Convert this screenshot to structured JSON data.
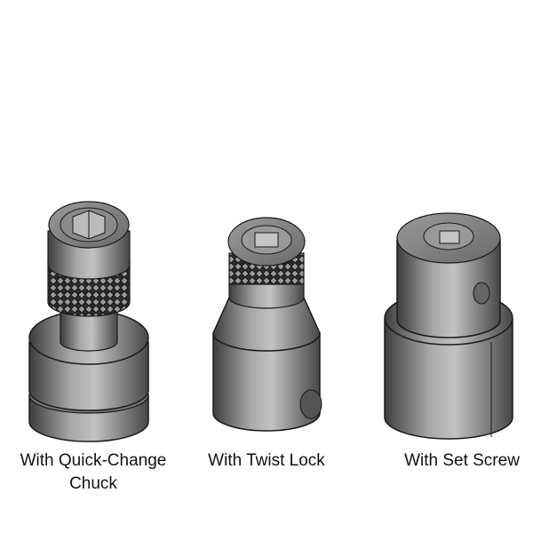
{
  "items": [
    {
      "label": "With Quick-Change\nChuck",
      "type": "quick-change-chuck"
    },
    {
      "label": "With Twist Lock",
      "type": "twist-lock"
    },
    {
      "label": "With Set Screw",
      "type": "set-screw"
    }
  ],
  "colors": {
    "metal_dark": "#3a3a3a",
    "metal_mid": "#8a8a8a",
    "metal_light": "#bdbdbd",
    "outline": "#1a1a1a",
    "background": "#ffffff"
  }
}
